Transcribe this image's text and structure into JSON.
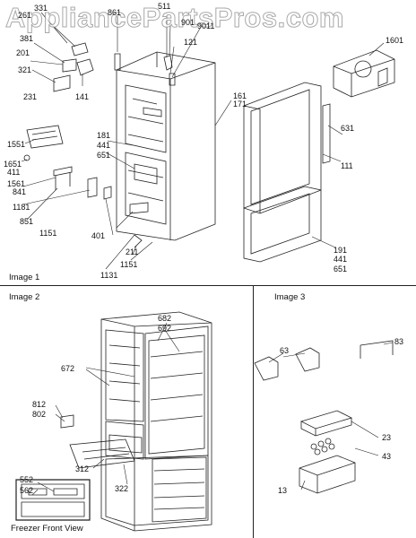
{
  "watermark": "AppliancePartsPros.com",
  "image1": {
    "title": "Image 1",
    "callouts": [
      "261",
      "331",
      "381",
      "201",
      "321",
      "231",
      "141",
      "861",
      "511",
      "901",
      "121",
      "9011",
      "1601",
      "161",
      "171",
      "631",
      "111",
      "181",
      "441",
      "651",
      "1551",
      "1651",
      "411",
      "1561",
      "841",
      "1181",
      "851",
      "1151",
      "401",
      "211",
      "1131",
      "1151",
      "191",
      "441",
      "651"
    ]
  },
  "image2": {
    "title": "Image 2",
    "callouts": [
      "682",
      "692",
      "672",
      "812",
      "802",
      "312",
      "322",
      "552",
      "562"
    ],
    "inset_caption": "Freezer Front View"
  },
  "image3": {
    "title": "Image 3",
    "callouts": [
      "63",
      "83",
      "23",
      "43",
      "13"
    ]
  }
}
